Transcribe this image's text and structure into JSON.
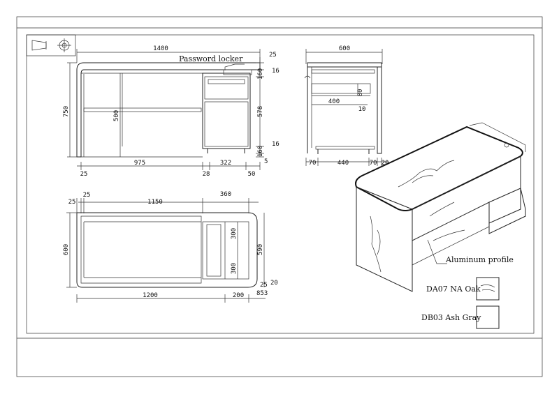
{
  "front_view": {
    "width_total": "1400",
    "height_total": "750",
    "knee_height": "500",
    "left_panel": "25",
    "opening_width": "975",
    "gap_28": "28",
    "pedestal_width": "322",
    "right_50": "50",
    "top_right_25": "25",
    "drawer_160": "160",
    "top_16": "16",
    "door_578": "578",
    "base_160": "160",
    "bottom_16": "16",
    "bottom_5": "5",
    "password_locker_label": "Password locker"
  },
  "side_view": {
    "depth_total": "600",
    "drawer_depth": "400",
    "dim_80": "80",
    "dim_10": "10",
    "left_70": "70",
    "middle_440": "440",
    "right_70": "70",
    "right_20": "20"
  },
  "top_view": {
    "left_25": "25",
    "left_25b": "25",
    "span_1150": "1150",
    "pedestal_360": "360",
    "depth_600": "600",
    "depth_590": "590",
    "inner_300a": "300",
    "inner_300b": "300",
    "total_1800": "1200",
    "right_200": "200",
    "right_25": "25",
    "right_20": "20",
    "right_853": "853"
  },
  "perspective": {
    "aluminum_label": "Aluminum profile"
  },
  "legend": {
    "swatch1_label": "DA07 NA Oak",
    "swatch2_label": "DB03 Ash Gray"
  },
  "icons": {
    "projection_symbol": "third-angle-projection-icon"
  }
}
